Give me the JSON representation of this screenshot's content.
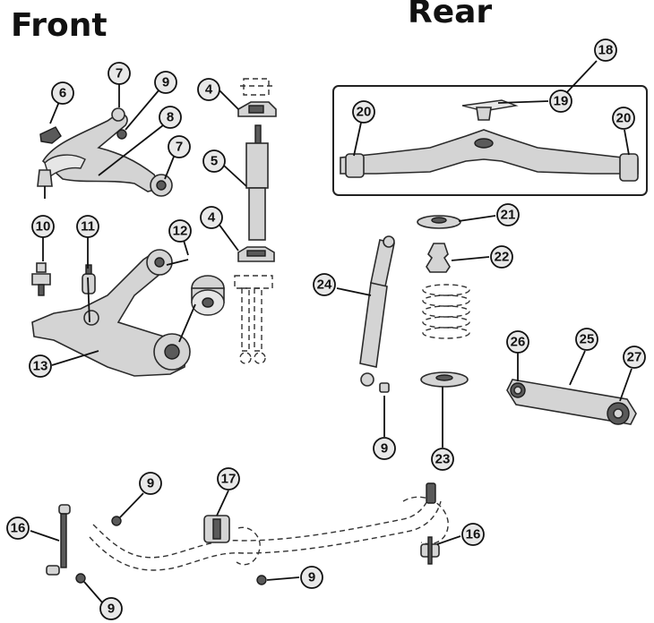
{
  "headings": {
    "front": "Front",
    "rear": "Rear"
  },
  "callouts": [
    {
      "id": "c-6-front",
      "label": "6",
      "part": "upper-control-arm-bumper"
    },
    {
      "id": "c-7-top",
      "label": "7",
      "part": "upper-control-arm-bushing"
    },
    {
      "id": "c-9-top",
      "label": "9",
      "part": "nut"
    },
    {
      "id": "c-8",
      "label": "8",
      "part": "upper-control-arm"
    },
    {
      "id": "c-7-side",
      "label": "7",
      "part": "upper-control-arm-bushing"
    },
    {
      "id": "c-4-top",
      "label": "4",
      "part": "shock-mount-pad"
    },
    {
      "id": "c-5",
      "label": "5",
      "part": "front-shock-absorber"
    },
    {
      "id": "c-4-bottom",
      "label": "4",
      "part": "shock-mount-pad"
    },
    {
      "id": "c-10",
      "label": "10",
      "part": "ball-joint"
    },
    {
      "id": "c-11",
      "label": "11",
      "part": "bump-stop"
    },
    {
      "id": "c-12",
      "label": "12",
      "part": "lower-control-arm-bushing"
    },
    {
      "id": "c-13",
      "label": "13",
      "part": "lower-control-arm"
    },
    {
      "id": "c-18",
      "label": "18",
      "part": "rear-crossmember-assembly"
    },
    {
      "id": "c-19",
      "label": "19",
      "part": "upper-mount"
    },
    {
      "id": "c-20-left",
      "label": "20",
      "part": "crossmember-bushing"
    },
    {
      "id": "c-20-right",
      "label": "20",
      "part": "crossmember-bushing"
    },
    {
      "id": "c-21",
      "label": "21",
      "part": "upper-spring-isolator"
    },
    {
      "id": "c-22",
      "label": "22",
      "part": "jounce-bumper"
    },
    {
      "id": "c-24",
      "label": "24",
      "part": "rear-shock-absorber"
    },
    {
      "id": "c-9-rear",
      "label": "9",
      "part": "nut"
    },
    {
      "id": "c-23",
      "label": "23",
      "part": "lower-spring-isolator"
    },
    {
      "id": "c-26",
      "label": "26",
      "part": "control-arm-bushing"
    },
    {
      "id": "c-25",
      "label": "25",
      "part": "rear-control-arm"
    },
    {
      "id": "c-27",
      "label": "27",
      "part": "control-arm-bushing"
    },
    {
      "id": "c-9-bar-left",
      "label": "9",
      "part": "nut"
    },
    {
      "id": "c-17",
      "label": "17",
      "part": "sway-bar-bushing"
    },
    {
      "id": "c-16-left",
      "label": "16",
      "part": "sway-bar-link"
    },
    {
      "id": "c-9-bar-bottom",
      "label": "9",
      "part": "nut"
    },
    {
      "id": "c-9-bar-mid",
      "label": "9",
      "part": "nut"
    },
    {
      "id": "c-16-right",
      "label": "16",
      "part": "sway-bar-link"
    }
  ],
  "colors": {
    "part_fill": "#d4d4d4",
    "part_dark": "#5a5a5a",
    "bubble_fill": "#e8e8e8",
    "line": "#111111"
  }
}
